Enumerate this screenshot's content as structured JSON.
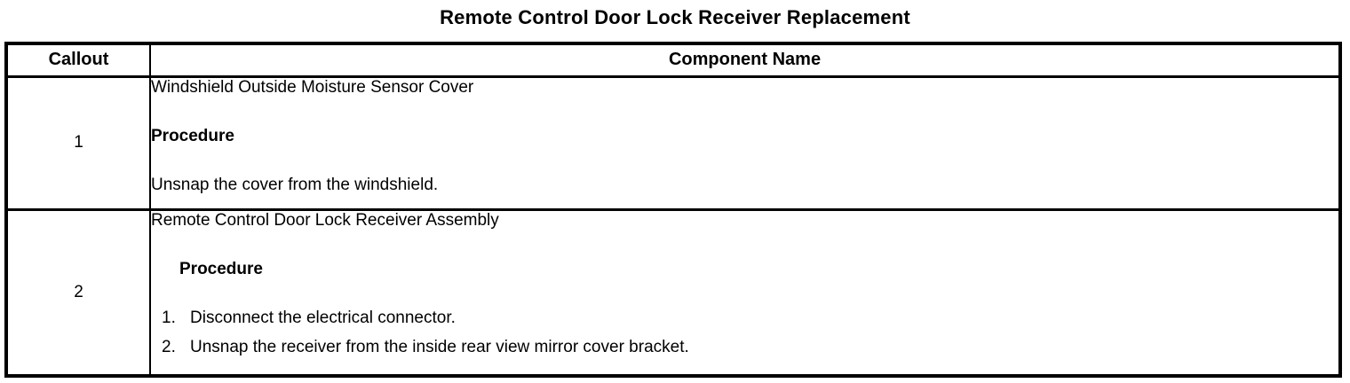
{
  "page_title": "Remote Control Door Lock Receiver Replacement",
  "table": {
    "headers": {
      "callout": "Callout",
      "component": "Component Name"
    },
    "rows": [
      {
        "callout": "1",
        "component_name": "Windshield Outside Moisture Sensor Cover",
        "procedure_label": "Procedure",
        "procedure_text": "Unsnap the cover from the windshield."
      },
      {
        "callout": "2",
        "component_name": "Remote Control Door Lock Receiver Assembly",
        "procedure_label": "Procedure",
        "steps": [
          {
            "num": "1.",
            "text": "Disconnect the electrical connector."
          },
          {
            "num": "2.",
            "text": "Unsnap the receiver from the inside rear view mirror cover bracket."
          }
        ]
      }
    ]
  },
  "colors": {
    "text": "#000000",
    "background": "#ffffff",
    "border": "#000000"
  }
}
